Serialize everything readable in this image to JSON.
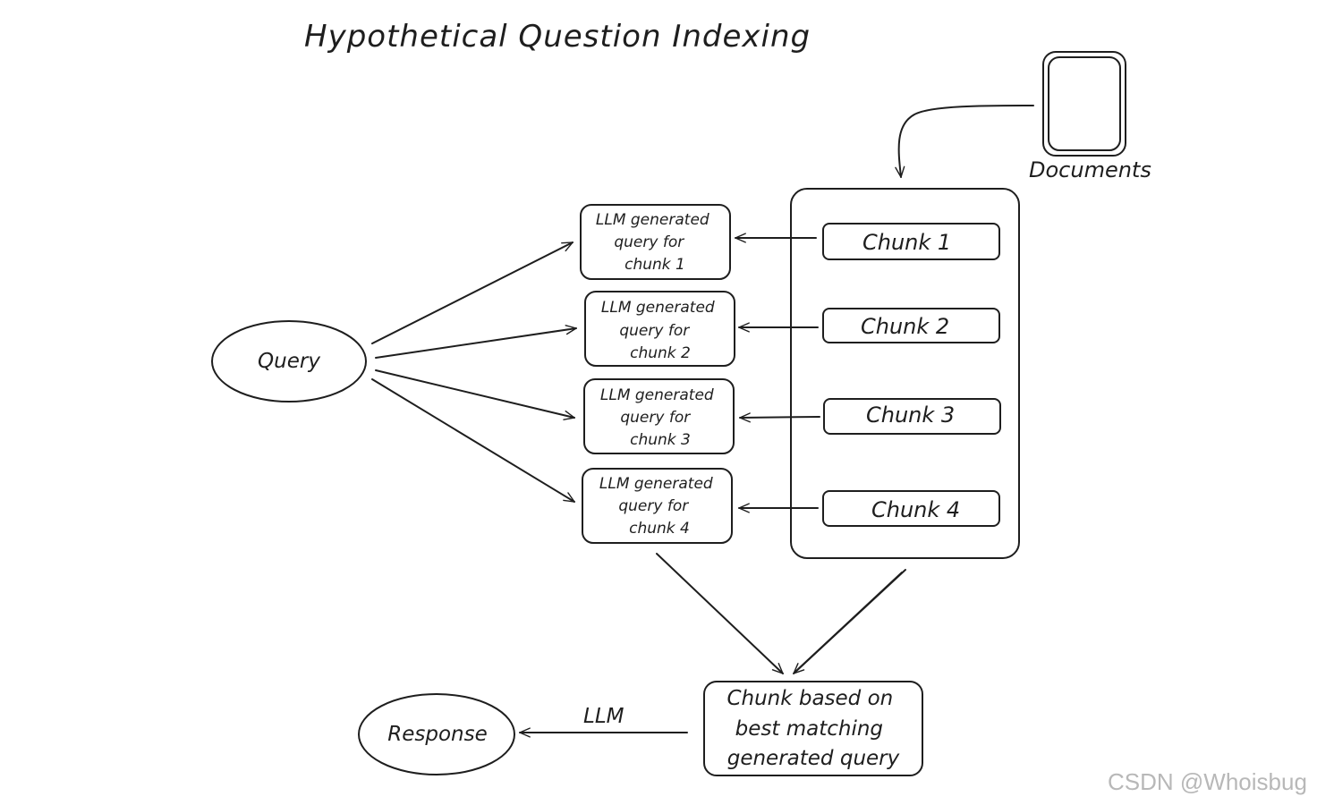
{
  "title": "Hypothetical Question Indexing",
  "documents_label": "Documents",
  "query_label": "Query",
  "response_label": "Response",
  "llm_edge_label": "LLM",
  "chunks": [
    "Chunk 1",
    "Chunk 2",
    "Chunk 3",
    "Chunk 4"
  ],
  "generated_queries": [
    [
      "LLM generated",
      "query for",
      "chunk 1"
    ],
    [
      "LLM generated",
      "query for",
      "chunk 2"
    ],
    [
      "LLM generated",
      "query for",
      "chunk 3"
    ],
    [
      "LLM generated",
      "query for",
      "chunk 4"
    ]
  ],
  "best_match_lines": [
    "Chunk based on",
    "best matching",
    "generated query"
  ],
  "watermark": "CSDN @Whoisbug",
  "icons": {
    "document": "document-icon"
  }
}
